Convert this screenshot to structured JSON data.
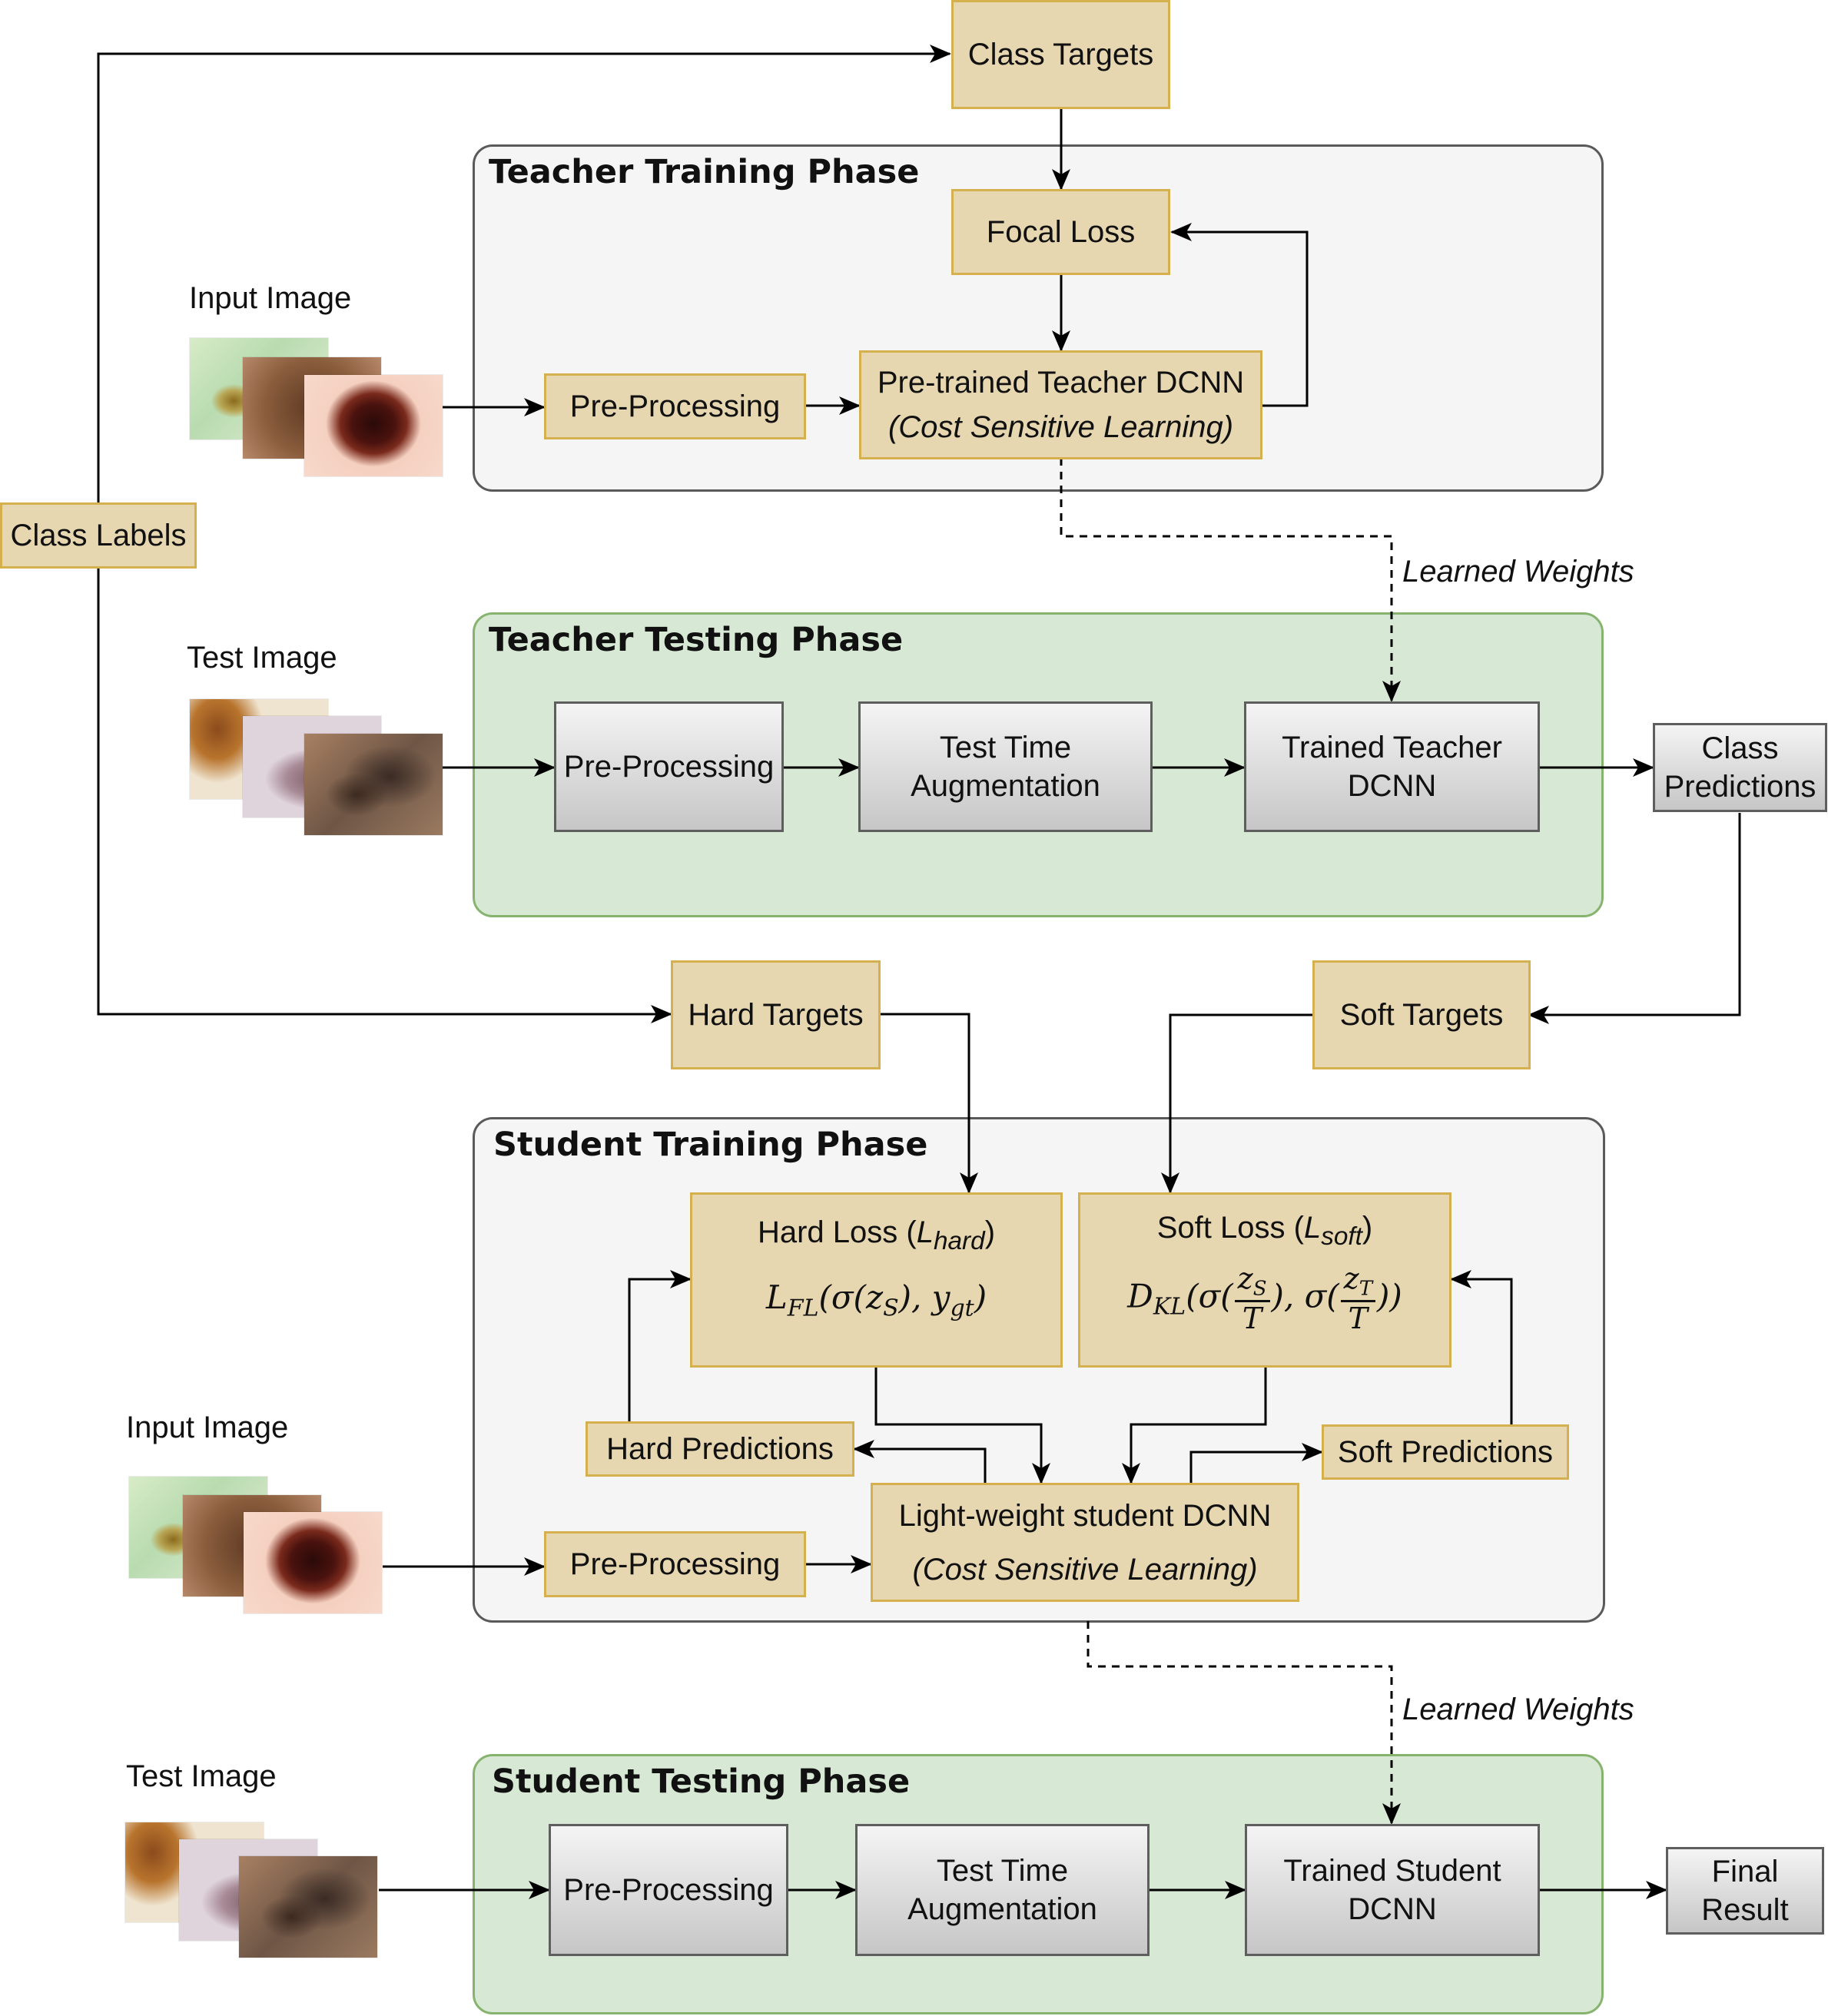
{
  "phases": {
    "teacher_training": "Teacher Training Phase",
    "teacher_testing": "Teacher Testing Phase",
    "student_training": "Student Training Phase",
    "student_testing": "Student Testing Phase"
  },
  "image_labels": {
    "input_image": "Input Image",
    "test_image": "Test Image"
  },
  "nodes": {
    "class_targets": "Class Targets",
    "class_labels": "Class Labels",
    "focal_loss": "Focal Loss",
    "pre_processing": "Pre-Processing",
    "teacher_dcnn": "Pre-trained Teacher DCNN",
    "cost_sensitive": "(Cost Sensitive Learning)",
    "learned_weights": "Learned Weights",
    "test_time_aug_1": "Test Time",
    "test_time_aug_2": "Augmentation",
    "trained_teacher_1": "Trained Teacher",
    "trained_teacher_2": "DCNN",
    "class_predictions_1": "Class",
    "class_predictions_2": "Predictions",
    "hard_targets": "Hard Targets",
    "soft_targets": "Soft Targets",
    "hard_loss_prefix": "Hard Loss (",
    "hard_loss_sym": "L",
    "hard_loss_sub": "hard",
    "soft_loss_prefix": "Soft Loss (",
    "soft_loss_sym": "L",
    "soft_loss_sub": "soft",
    "paren_close": ")",
    "hard_predictions": "Hard Predictions",
    "soft_predictions": "Soft Predictions",
    "student_dcnn": "Light-weight student DCNN",
    "trained_student_1": "Trained Student",
    "trained_student_2": "DCNN",
    "final_result_1": "Final",
    "final_result_2": "Result"
  },
  "equations": {
    "hard": {
      "L": "L",
      "FL": "FL",
      "open": "(σ(z",
      "S": "S",
      "mid": "), y",
      "gt": "gt",
      "close": ")"
    },
    "soft": {
      "D": "D",
      "KL": "KL",
      "open1": "(σ(",
      "zs": "z",
      "zs_sub": "S",
      "T1": "T",
      "mid": "), σ(",
      "zt": "z",
      "zt_sub": "T",
      "T2": "T",
      "close": "))"
    }
  },
  "colors": {
    "tan_fill": "#e6d7b1",
    "tan_border": "#d4b14e",
    "green_phase": "#d7e8d4",
    "grey_phase": "#f5f5f5"
  }
}
